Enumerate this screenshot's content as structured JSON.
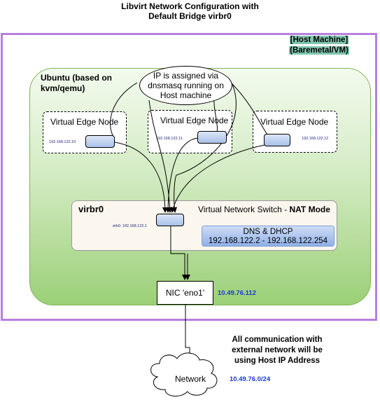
{
  "title": {
    "line1": "Libvirt Network Configuration with",
    "line2": "Default Bridge virbr0"
  },
  "host": {
    "label_line1": "[Host Machine]",
    "label_line2": "(Baremetal/VM)"
  },
  "ubuntu": {
    "label_line1": "Ubuntu (based on",
    "label_line2": "kvm/qemu)"
  },
  "bubble": {
    "line1": "IP is assigned via",
    "line2": "dnsmasq running on",
    "line3": "Host machine"
  },
  "edge_nodes": [
    {
      "label": "Virtual Edge Node",
      "ip": "192.168.122.10"
    },
    {
      "label": "Virtual Edge Node",
      "ip": "192.168.122.11"
    },
    {
      "label": "Virtual Edge Node",
      "ip": "192.168.122.12"
    }
  ],
  "virbr0": {
    "title": "virbr0",
    "switch_label_prefix": "Virtual Network Switch - ",
    "switch_label_mode": "NAT Mode",
    "eth_ip": "eth0: 192.168.122.1",
    "dns_title": "DNS & DHCP",
    "dns_range": "192.168.122.2 - 192.168.122.254"
  },
  "nic": {
    "label": "NIC 'eno1'",
    "ip": "10.49.76.112"
  },
  "note": {
    "line1": "All communication with",
    "line2": "external network will be",
    "line3": "using Host IP Address"
  },
  "network": {
    "label": "Network",
    "subnet": "10.49.76.0/24"
  },
  "colors": {
    "host_border": "#b87fde",
    "host_label_bg": "#7fc7b0",
    "ubuntu_fill": "#9bd077",
    "accent_blue": "#1c3ad1"
  }
}
